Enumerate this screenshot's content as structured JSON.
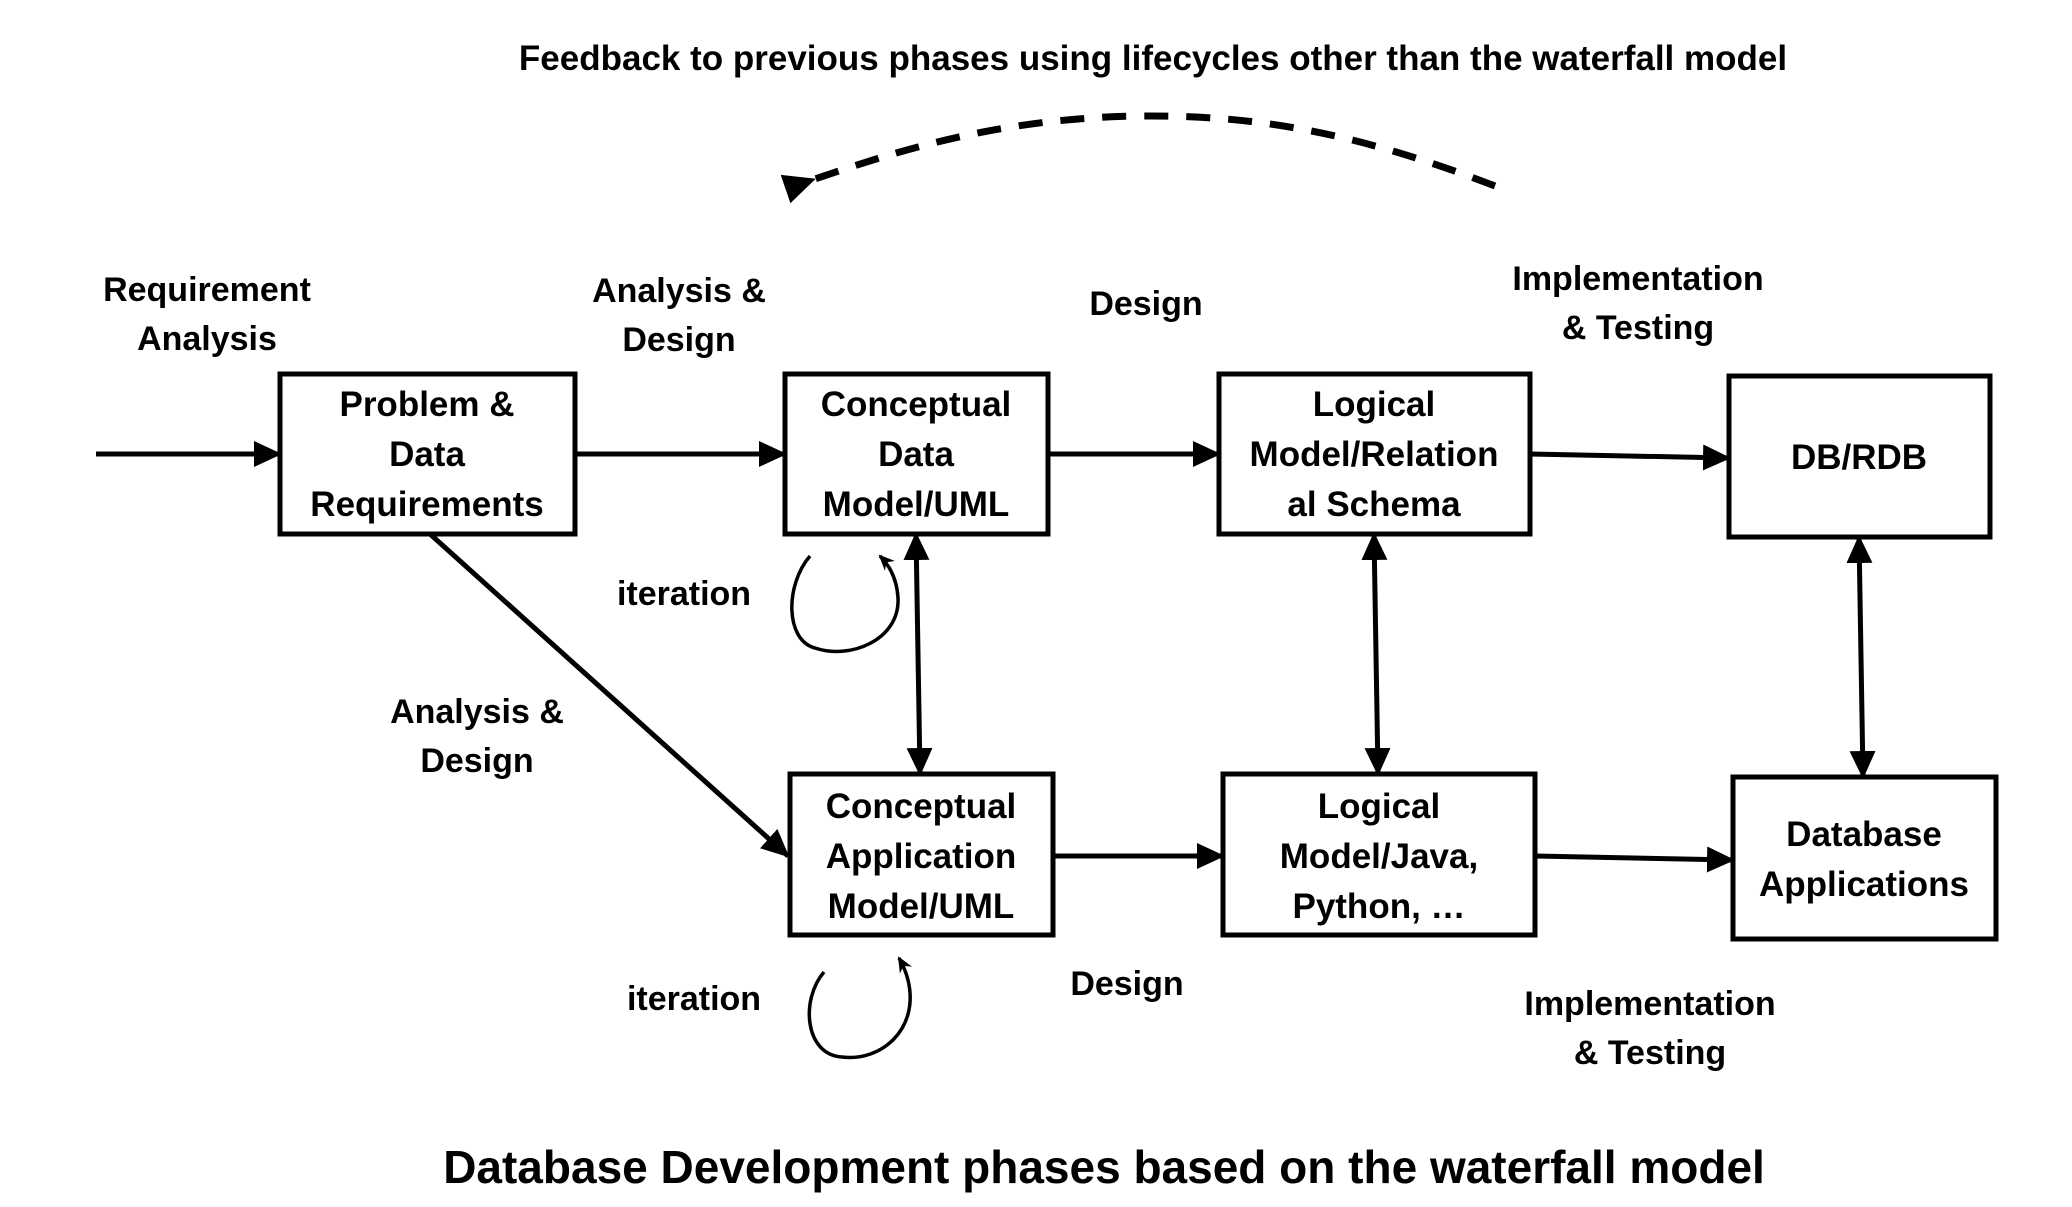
{
  "diagram": {
    "feedback_label": "Feedback to previous phases using lifecycles other than the waterfall model",
    "caption": "Database Development phases based on the waterfall model",
    "phase_labels": {
      "requirement_analysis": [
        "Requirement",
        "Analysis"
      ],
      "analysis_design_top": [
        "Analysis &",
        "Design"
      ],
      "design_top": [
        "Design"
      ],
      "impl_testing_top": [
        "Implementation",
        "& Testing"
      ],
      "iteration_top": [
        "iteration"
      ],
      "analysis_design_mid": [
        "Analysis &",
        "Design"
      ],
      "iteration_bottom": [
        "iteration"
      ],
      "design_bottom": [
        "Design"
      ],
      "impl_testing_bottom": [
        "Implementation",
        "& Testing"
      ]
    },
    "nodes": {
      "problem": [
        "Problem &",
        "Data",
        "Requirements"
      ],
      "conceptual_data": [
        "Conceptual",
        "Data",
        "Model/UML"
      ],
      "logical_relational": [
        "Logical",
        "Model/Relation",
        "al Schema"
      ],
      "db": [
        "DB/RDB"
      ],
      "conceptual_app": [
        "Conceptual",
        "Application",
        "Model/UML"
      ],
      "logical_java": [
        "Logical",
        "Model/Java,",
        "Python, …"
      ],
      "db_apps": [
        "Database",
        "Applications"
      ]
    },
    "edges": [
      {
        "from": "start",
        "to": "problem",
        "type": "directed"
      },
      {
        "from": "problem",
        "to": "conceptual_data",
        "type": "directed"
      },
      {
        "from": "conceptual_data",
        "to": "logical_relational",
        "type": "directed"
      },
      {
        "from": "logical_relational",
        "to": "db",
        "type": "directed"
      },
      {
        "from": "problem",
        "to": "conceptual_app",
        "type": "directed"
      },
      {
        "from": "conceptual_app",
        "to": "logical_java",
        "type": "directed"
      },
      {
        "from": "logical_java",
        "to": "db_apps",
        "type": "directed"
      },
      {
        "from": "conceptual_data",
        "to": "conceptual_app",
        "type": "bidirectional"
      },
      {
        "from": "logical_relational",
        "to": "logical_java",
        "type": "bidirectional"
      },
      {
        "from": "db",
        "to": "db_apps",
        "type": "bidirectional"
      },
      {
        "from": "conceptual_data",
        "to": "conceptual_data",
        "type": "self-loop",
        "label": "iteration"
      },
      {
        "from": "conceptual_app",
        "to": "conceptual_app",
        "type": "self-loop",
        "label": "iteration"
      },
      {
        "from": "later_phases",
        "to": "earlier_phases",
        "type": "dashed-feedback"
      }
    ]
  }
}
